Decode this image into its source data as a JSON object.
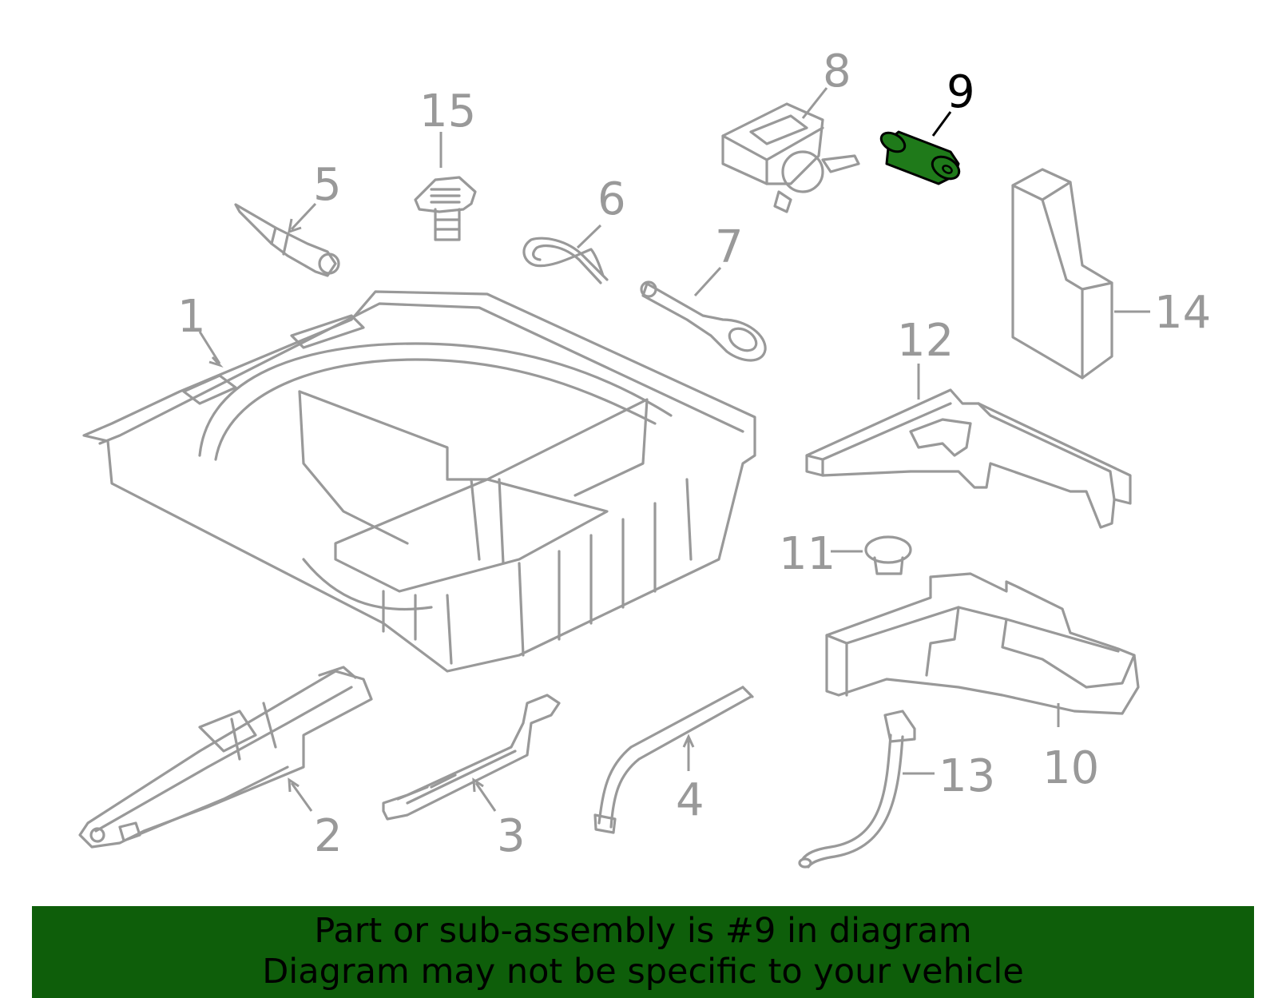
{
  "diagram": {
    "callouts": [
      {
        "id": "1",
        "label": "1"
      },
      {
        "id": "2",
        "label": "2"
      },
      {
        "id": "3",
        "label": "3"
      },
      {
        "id": "4",
        "label": "4"
      },
      {
        "id": "5",
        "label": "5"
      },
      {
        "id": "6",
        "label": "6"
      },
      {
        "id": "7",
        "label": "7"
      },
      {
        "id": "8",
        "label": "8"
      },
      {
        "id": "9",
        "label": "9",
        "highlighted": true
      },
      {
        "id": "10",
        "label": "10"
      },
      {
        "id": "11",
        "label": "11"
      },
      {
        "id": "12",
        "label": "12"
      },
      {
        "id": "13",
        "label": "13"
      },
      {
        "id": "14",
        "label": "14"
      },
      {
        "id": "15",
        "label": "15"
      }
    ],
    "colors": {
      "line_art": "#999999",
      "highlight_fill": "#1f7a1a",
      "highlight_text": "#000000",
      "banner_bg": "#0e5e0a"
    }
  },
  "banner": {
    "line1": "Part or sub-assembly is #9 in diagram",
    "line2": "Diagram may not be specific to your vehicle"
  }
}
